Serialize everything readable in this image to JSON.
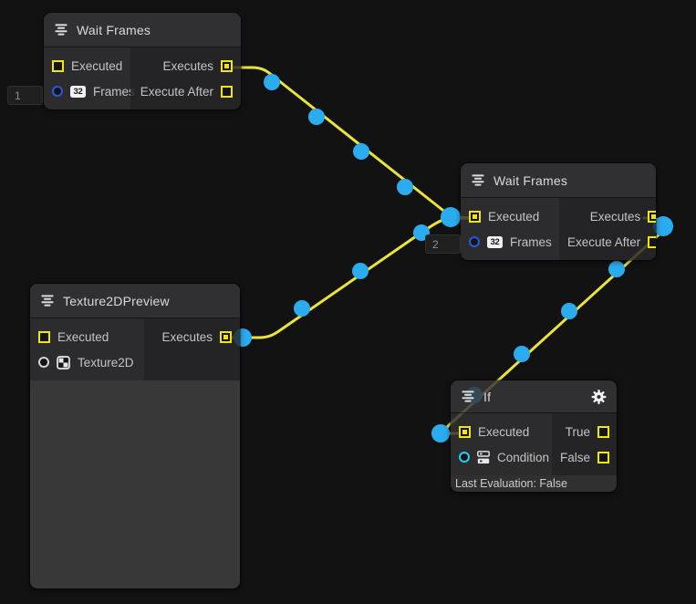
{
  "canvas": {
    "bg": "#121212",
    "wire": "#e9e33c",
    "dot": "#2bacee",
    "port_yellow": "#f2e704",
    "port_blue": "#2b57dd",
    "port_cyan": "#1cd3f2",
    "port_white": "#d4d4d4"
  },
  "nodes": {
    "wait1": {
      "title": "Wait Frames",
      "field_value": "1",
      "ports": {
        "executed": "Executed",
        "frames": "Frames",
        "frames_badge": "32",
        "executes": "Executes",
        "execute_after": "Execute After"
      }
    },
    "wait2": {
      "title": "Wait Frames",
      "field_value": "2",
      "ports": {
        "executed": "Executed",
        "frames": "Frames",
        "frames_badge": "32",
        "executes": "Executes",
        "execute_after": "Execute After"
      }
    },
    "texture": {
      "title": "Texture2DPreview",
      "ports": {
        "executed": "Executed",
        "texture": "Texture2D",
        "executes": "Executes"
      }
    },
    "if_node": {
      "title": "If",
      "footer": "Last Evaluation: False",
      "ports": {
        "executed": "Executed",
        "condition": "Condition",
        "true_label": "True",
        "false_label": "False"
      }
    }
  }
}
